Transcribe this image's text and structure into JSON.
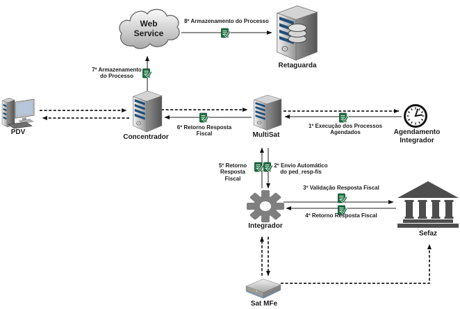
{
  "colors": {
    "doc_green": "#1d6f42",
    "server_blue": "#1f4e79",
    "line_dark": "#1a1a1a",
    "line_gray": "#4a4a4a",
    "icon_gray": "#7f7f7f",
    "building_gray": "#4d4d4d"
  },
  "nodes": {
    "pdv": {
      "label": "PDV"
    },
    "web_service": {
      "line1": "Web",
      "line2": "Service"
    },
    "retaguarda": {
      "label": "Retaguarda"
    },
    "concentrador": {
      "label": "Concentrador"
    },
    "multisat": {
      "label": "MultiSat"
    },
    "agendamento": {
      "line1": "Agendamento",
      "line2": "Integrador"
    },
    "integrador": {
      "label": "Integrador"
    },
    "sefaz": {
      "label": "Sefaz"
    },
    "sat_mfe": {
      "label": "Sat MFe"
    }
  },
  "edges": {
    "e1": {
      "label": "1º Execução dos Processos Agendados"
    },
    "e2": {
      "line1": "2º Envio Automático",
      "line2": "do ped_resp-fis"
    },
    "e3": {
      "label": "3º Validação Resposta Fiscal"
    },
    "e4": {
      "label": "4º Retorno Resposta Fiscal"
    },
    "e5": {
      "line1": "5º Retorno",
      "line2": "Resposta Fiscal"
    },
    "e6": {
      "label": "6º Retorno Resposta Fiscal"
    },
    "e7": {
      "line1": "7º Armazenamento",
      "line2": "do Processo"
    },
    "e8": {
      "label": "8º Armazenamento do Processo"
    }
  }
}
